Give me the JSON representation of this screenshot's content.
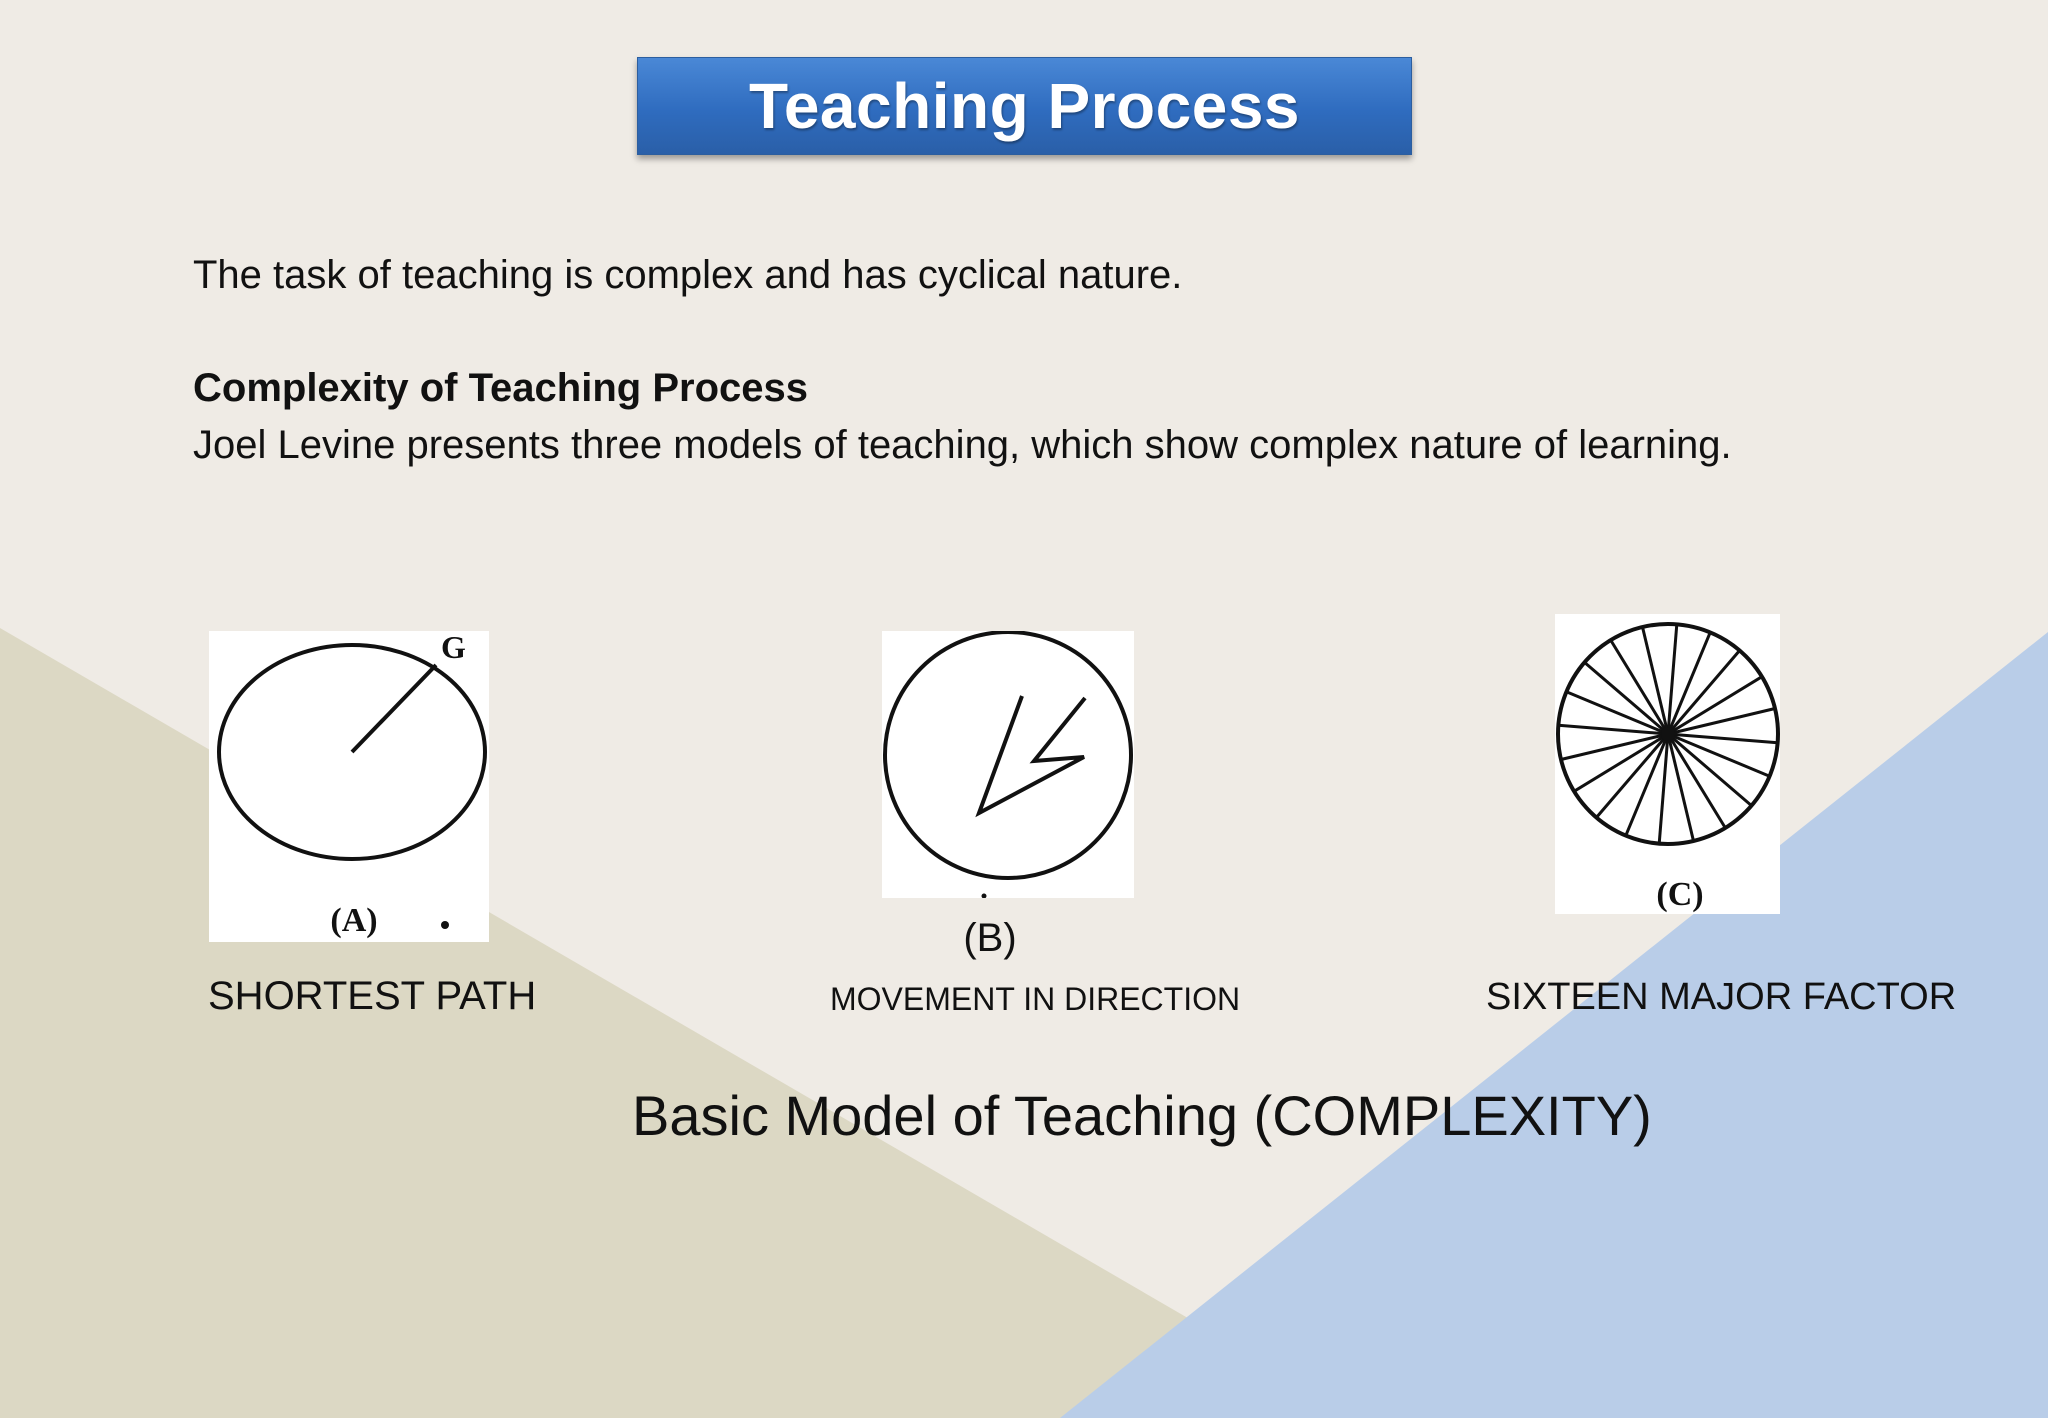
{
  "title": "Teaching Process",
  "intro_line": "The task of teaching is complex and has cyclical nature.",
  "section_heading": "Complexity of Teaching Process",
  "section_text": "Joel Levine presents three models of teaching, which show complex nature of learning.",
  "figures": [
    {
      "inner_label": "(A)",
      "marker": "G",
      "caption": "SHORTEST PATH"
    },
    {
      "label": "(B)",
      "caption": "MOVEMENT IN DIRECTION"
    },
    {
      "inner_label": "(C)",
      "caption": "SIXTEEN MAJOR FACTOR"
    }
  ],
  "bottom_title": "Basic Model of Teaching (COMPLEXITY)",
  "colors": {
    "background": "#efebe5",
    "left_triangle": "#dcd8c4",
    "right_triangle": "#b9cde8",
    "title_fill": "#3a78c9",
    "title_text": "#ffffff"
  }
}
